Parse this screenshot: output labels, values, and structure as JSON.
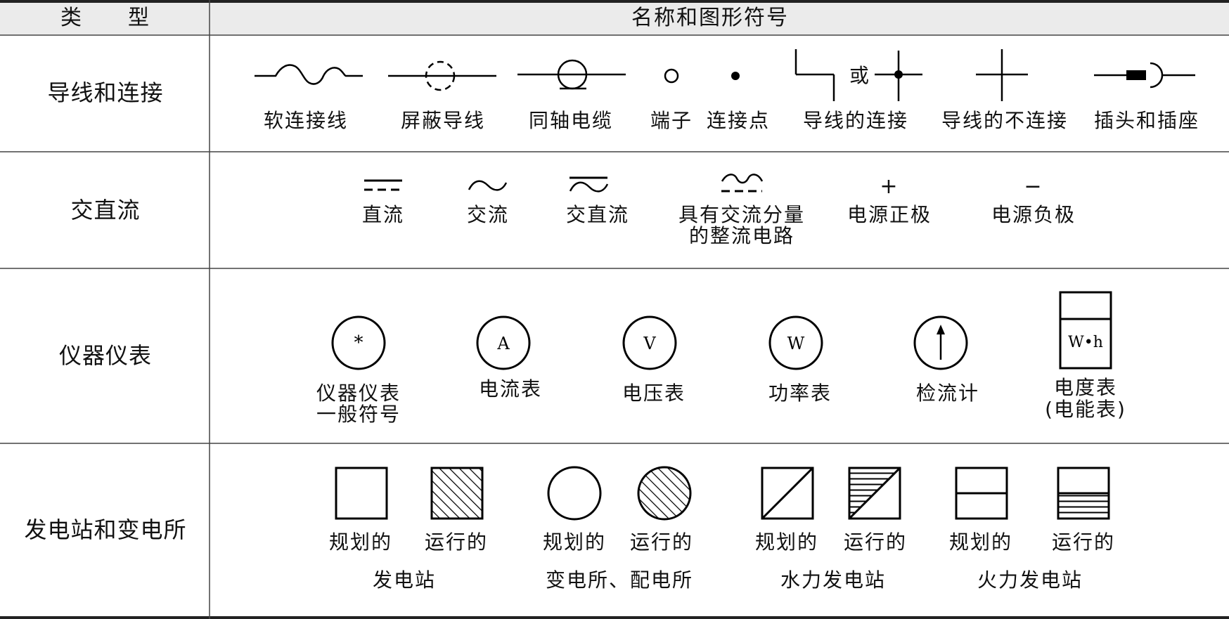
{
  "header": {
    "type_col": "类　　型",
    "name_col": "名称和图形符号"
  },
  "rows": [
    {
      "category": "导线和连接",
      "items": [
        {
          "icon": "flexible-wire-symbol",
          "label": "软连接线"
        },
        {
          "icon": "shielded-wire-symbol",
          "label": "屏蔽导线"
        },
        {
          "icon": "coaxial-cable-symbol",
          "label": "同轴电缆"
        },
        {
          "icon": "terminal-symbol",
          "label": "端子"
        },
        {
          "icon": "connection-point-symbol",
          "label": "连接点"
        },
        {
          "icon": "wire-connection-symbol",
          "label": "导线的连接",
          "joiner": "或"
        },
        {
          "icon": "wire-no-connection-symbol",
          "label": "导线的不连接"
        },
        {
          "icon": "plug-socket-symbol",
          "label": "插头和插座"
        }
      ]
    },
    {
      "category": "交直流",
      "items": [
        {
          "icon": "dc-symbol",
          "label": "直流"
        },
        {
          "icon": "ac-symbol",
          "label": "交流"
        },
        {
          "icon": "ac-dc-symbol",
          "label": "交直流"
        },
        {
          "icon": "rectified-ac-component-symbol",
          "label_line1": "具有交流分量",
          "label_line2": "的整流电路"
        },
        {
          "icon": "positive-pole-symbol",
          "glyph": "+",
          "label": "电源正极"
        },
        {
          "icon": "negative-pole-symbol",
          "glyph": "−",
          "label": "电源负极"
        }
      ]
    },
    {
      "category": "仪器仪表",
      "items": [
        {
          "icon": "general-instrument-symbol",
          "glyph": "*",
          "label_line1": "仪器仪表",
          "label_line2": "一般符号"
        },
        {
          "icon": "ammeter-symbol",
          "glyph": "A",
          "label": "电流表"
        },
        {
          "icon": "voltmeter-symbol",
          "glyph": "V",
          "label": "电压表"
        },
        {
          "icon": "wattmeter-symbol",
          "glyph": "W",
          "label": "功率表"
        },
        {
          "icon": "galvanometer-symbol",
          "label": "检流计"
        },
        {
          "icon": "watt-hour-meter-symbol",
          "glyph": "W•h",
          "label_line1": "电度表",
          "label_line2": "(电能表)"
        }
      ]
    },
    {
      "category": "发电站和变电所",
      "planned": "规划的",
      "operating": "运行的",
      "groups": [
        {
          "name": "发电站",
          "icons": [
            "power-station-planned-symbol",
            "power-station-operating-symbol"
          ]
        },
        {
          "name": "变电所、配电所",
          "icons": [
            "substation-planned-symbol",
            "substation-operating-symbol"
          ]
        },
        {
          "name": "水力发电站",
          "icons": [
            "hydro-station-planned-symbol",
            "hydro-station-operating-symbol"
          ]
        },
        {
          "name": "火力发电站",
          "icons": [
            "thermal-station-planned-symbol",
            "thermal-station-operating-symbol"
          ]
        }
      ]
    }
  ]
}
